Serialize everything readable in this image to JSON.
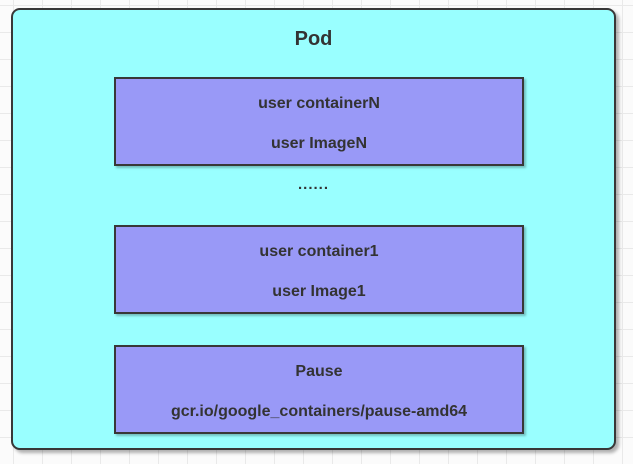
{
  "diagram": {
    "pod": {
      "title": "Pod"
    },
    "ellipsis": "......",
    "containers": [
      {
        "name": "user containerN",
        "image": "user ImageN"
      },
      {
        "name": "user container1",
        "image": "user Image1"
      },
      {
        "name": "Pause",
        "image": "gcr.io/google_containers/pause-amd64"
      }
    ]
  },
  "theme": {
    "pod_fill": "#99ffff",
    "container_fill": "#9999f7",
    "border": "#383838",
    "text": "#333333",
    "canvas_bg": "#fbfbfb",
    "grid_line": "#e9e9e9"
  }
}
